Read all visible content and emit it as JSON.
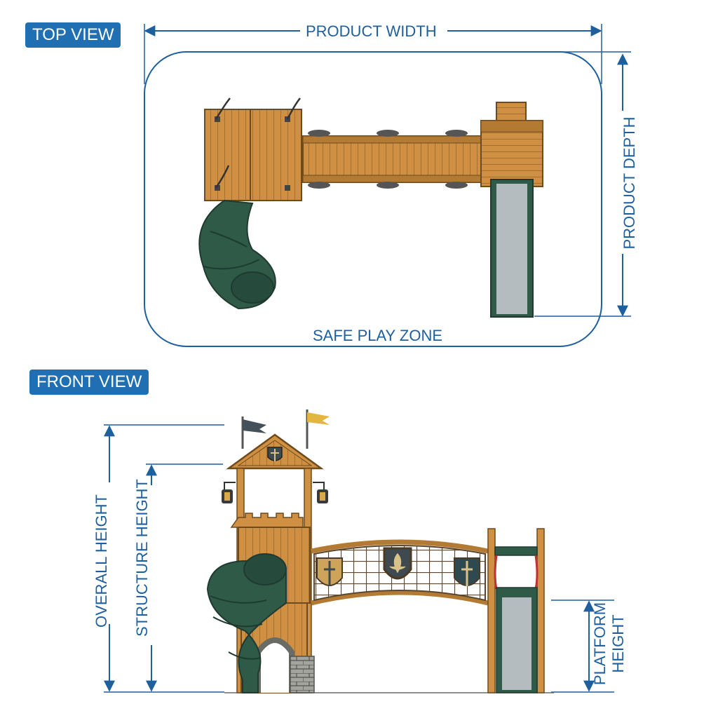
{
  "views": {
    "top": {
      "label": "TOP VIEW",
      "product_width_label": "PRODUCT WIDTH",
      "product_depth_label": "PRODUCT DEPTH",
      "safe_zone_label": "SAFE PLAY ZONE"
    },
    "front": {
      "label": "FRONT VIEW",
      "overall_height_label": "OVERALL HEIGHT",
      "structure_height_label": "STRUCTURE HEIGHT",
      "platform_height_label_line1": "PLATFORM",
      "platform_height_label_line2": "HEIGHT"
    }
  },
  "colors": {
    "accent": "#1f6fb2",
    "dimension_line": "#1e5f9e",
    "wood": "#c98a3e",
    "wood_dark": "#8a5a22",
    "slide_green": "#2f5a48",
    "slide_metal": "#b5bcc0",
    "stone": "#9a9a94"
  },
  "icons": [
    "flag-icon",
    "lantern-icon",
    "shield-icon",
    "fleur-de-lis-icon"
  ]
}
